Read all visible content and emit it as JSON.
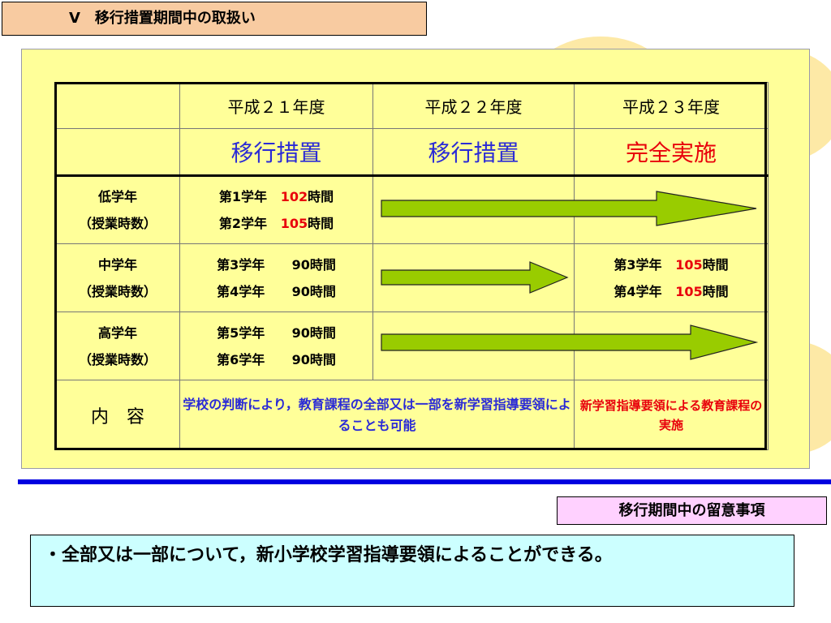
{
  "title": "Ⅴ　移行措置期間中の取扱い",
  "table": {
    "years": [
      "平成２１年度",
      "平成２２年度",
      "平成２３年度"
    ],
    "phases": [
      "移行措置",
      "移行措置",
      "完全実施"
    ],
    "rows": [
      {
        "group": "低学年",
        "sub": "（授業時数）",
        "lines": [
          {
            "grade": "第1学年",
            "hours": "102",
            "unit": "時間"
          },
          {
            "grade": "第2学年",
            "hours": "105",
            "unit": "時間"
          }
        ]
      },
      {
        "group": "中学年",
        "sub": "（授業時数）",
        "lines": [
          {
            "grade": "第3学年",
            "hours": "90",
            "unit": "時間"
          },
          {
            "grade": "第4学年",
            "hours": "90",
            "unit": "時間"
          }
        ],
        "full": [
          {
            "grade": "第3学年",
            "hours": "105",
            "unit": "時間"
          },
          {
            "grade": "第4学年",
            "hours": "105",
            "unit": "時間"
          }
        ]
      },
      {
        "group": "高学年",
        "sub": "（授業時数）",
        "lines": [
          {
            "grade": "第5学年",
            "hours": "90",
            "unit": "時間"
          },
          {
            "grade": "第6学年",
            "hours": "90",
            "unit": "時間"
          }
        ]
      }
    ],
    "content_label": "内　容",
    "content_transition": "学校の判断により，教育課程の全部又は一部を新学習指導要領によることも可能",
    "content_full": "新学習指導要領による教育課程の実施"
  },
  "notice_label": "移行期間中の留意事項",
  "note": "・全部又は一部について，新小学校学習指導要領によることができる。",
  "colors": {
    "panel": "#ffff99",
    "arrow": "#99cc00",
    "title_bg": "#f8cba1",
    "notice_bg": "#ffd1ff",
    "note_bg": "#ccffff"
  }
}
